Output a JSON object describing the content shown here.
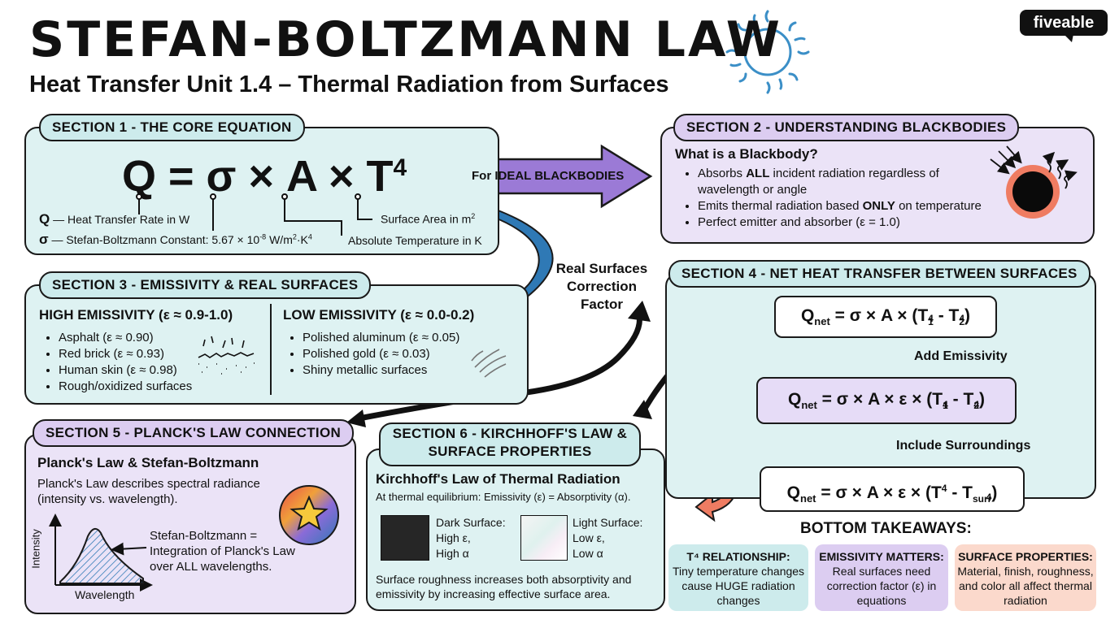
{
  "header": {
    "title": "STEFAN-BOLTZMANN LAW",
    "subtitle": "Heat Transfer Unit 1.4 – Thermal Radiation from Surfaces",
    "logo": "fiveable"
  },
  "section1": {
    "tag": "SECTION 1 - THE CORE EQUATION",
    "equation": "Q = σ × A × T",
    "equation_exp": "4",
    "label_q_sym": "Q",
    "label_q": "— Heat Transfer Rate in W",
    "label_sigma_sym": "σ",
    "label_sigma": "— Stefan-Boltzmann Constant: 5.67 × 10",
    "label_sigma_exp": "-8",
    "label_sigma_unit": " W/m",
    "label_sigma_unit2": "·K",
    "label_area": "Surface Area in m",
    "label_temp": "Absolute Temperature in K"
  },
  "arrow_ideal": "For IDEAL BLACKBODIES",
  "section2": {
    "tag": "SECTION 2 - UNDERSTANDING BLACKBODIES",
    "heading": "What is a Blackbody?",
    "b1_pre": "Absorbs ",
    "b1_bold": "ALL",
    "b1_post": " incident radiation regardless of wavelength or angle",
    "b2_pre": "Emits thermal radiation based ",
    "b2_bold": "ONLY",
    "b2_post": " on temperature",
    "b3": "Perfect emitter and absorber (ε = 1.0)"
  },
  "real_surfaces_label": "Real Surfaces Correction Factor",
  "section3": {
    "tag": "SECTION 3 - EMISSIVITY & REAL SURFACES",
    "high_heading": "HIGH EMISSIVITY (ε ≈ 0.9-1.0)",
    "high_items": [
      "Asphalt (ε ≈ 0.90)",
      "Red brick (ε ≈ 0.93)",
      "Human skin (ε ≈ 0.98)",
      "Rough/oxidized surfaces"
    ],
    "low_heading": "LOW EMISSIVITY (ε ≈ 0.0-0.2)",
    "low_items": [
      "Polished aluminum (ε ≈ 0.05)",
      "Polished gold (ε ≈ 0.03)",
      "Shiny metallic surfaces"
    ]
  },
  "section4": {
    "tag": "SECTION 4 - NET HEAT TRANSFER BETWEEN SURFACES",
    "eq1": "Q",
    "eq1_sub": "net",
    "eq1_rest": " = σ × A × (T",
    "eq1_tail": " - T",
    "eq1_close": ")",
    "step1": "Add Emissivity",
    "eq2_rest": " = σ × A × ε × (T",
    "step2": "Include Surroundings",
    "eq3_rest": " = σ × A × ε × (T",
    "eq3_tail": " - T",
    "eq3_sub": "surr",
    "sub1": "1",
    "sub2": "2",
    "exp4": "4"
  },
  "section5": {
    "tag": "SECTION 5 - PLANCK'S LAW CONNECTION",
    "heading": "Planck's Law & Stefan-Boltzmann",
    "text": "Planck's Law describes spectral radiance (intensity vs. wavelength).",
    "annotation": "Stefan-Boltzmann = Integration of Planck's Law over ALL wavelengths.",
    "y_axis": "Intensity",
    "x_axis": "Wavelength"
  },
  "section6": {
    "tag": "SECTION 6 - KIRCHHOFF'S LAW & SURFACE PROPERTIES",
    "heading": "Kirchhoff's Law of Thermal Radiation",
    "text": "At thermal equilibrium: Emissivity (ε) = Absorptivity (α).",
    "dark_title": "Dark Surface:",
    "dark_l1": "High ε,",
    "dark_l2": "High α",
    "light_title": "Light Surface:",
    "light_l1": "Low ε,",
    "light_l2": "Low α",
    "footer": "Surface roughness increases both absorptivity and emissivity by increasing effective surface area."
  },
  "takeaways": {
    "heading": "BOTTOM TAKEAWAYS:",
    "t1_title": "T⁴ RELATIONSHIP:",
    "t1_text": "Tiny temperature changes cause HUGE radiation changes",
    "t2_title": "EMISSIVITY MATTERS:",
    "t2_text": "Real surfaces need correction factor (ε) in equations",
    "t3_title": "SURFACE PROPERTIES:",
    "t3_text": "Material, finish, roughness, and color all affect thermal radiation"
  },
  "colors": {
    "teal_bg": "#def2f2",
    "lavender_bg": "#ebe3f7",
    "purple_arrow": "#9b7ad6",
    "blue_arrow": "#2f79b5",
    "sun_blue": "#3b8fc7",
    "coral": "#ef7c62",
    "takeaway_teal": "#cdebec",
    "takeaway_lav": "#dccdf1",
    "takeaway_peach": "#fbd9cc"
  },
  "icons": [
    "sun-icon",
    "blackbody-icon",
    "rough-surface-icon",
    "polished-surface-icon",
    "star-gradient-icon",
    "cycle-arrows-icon"
  ]
}
